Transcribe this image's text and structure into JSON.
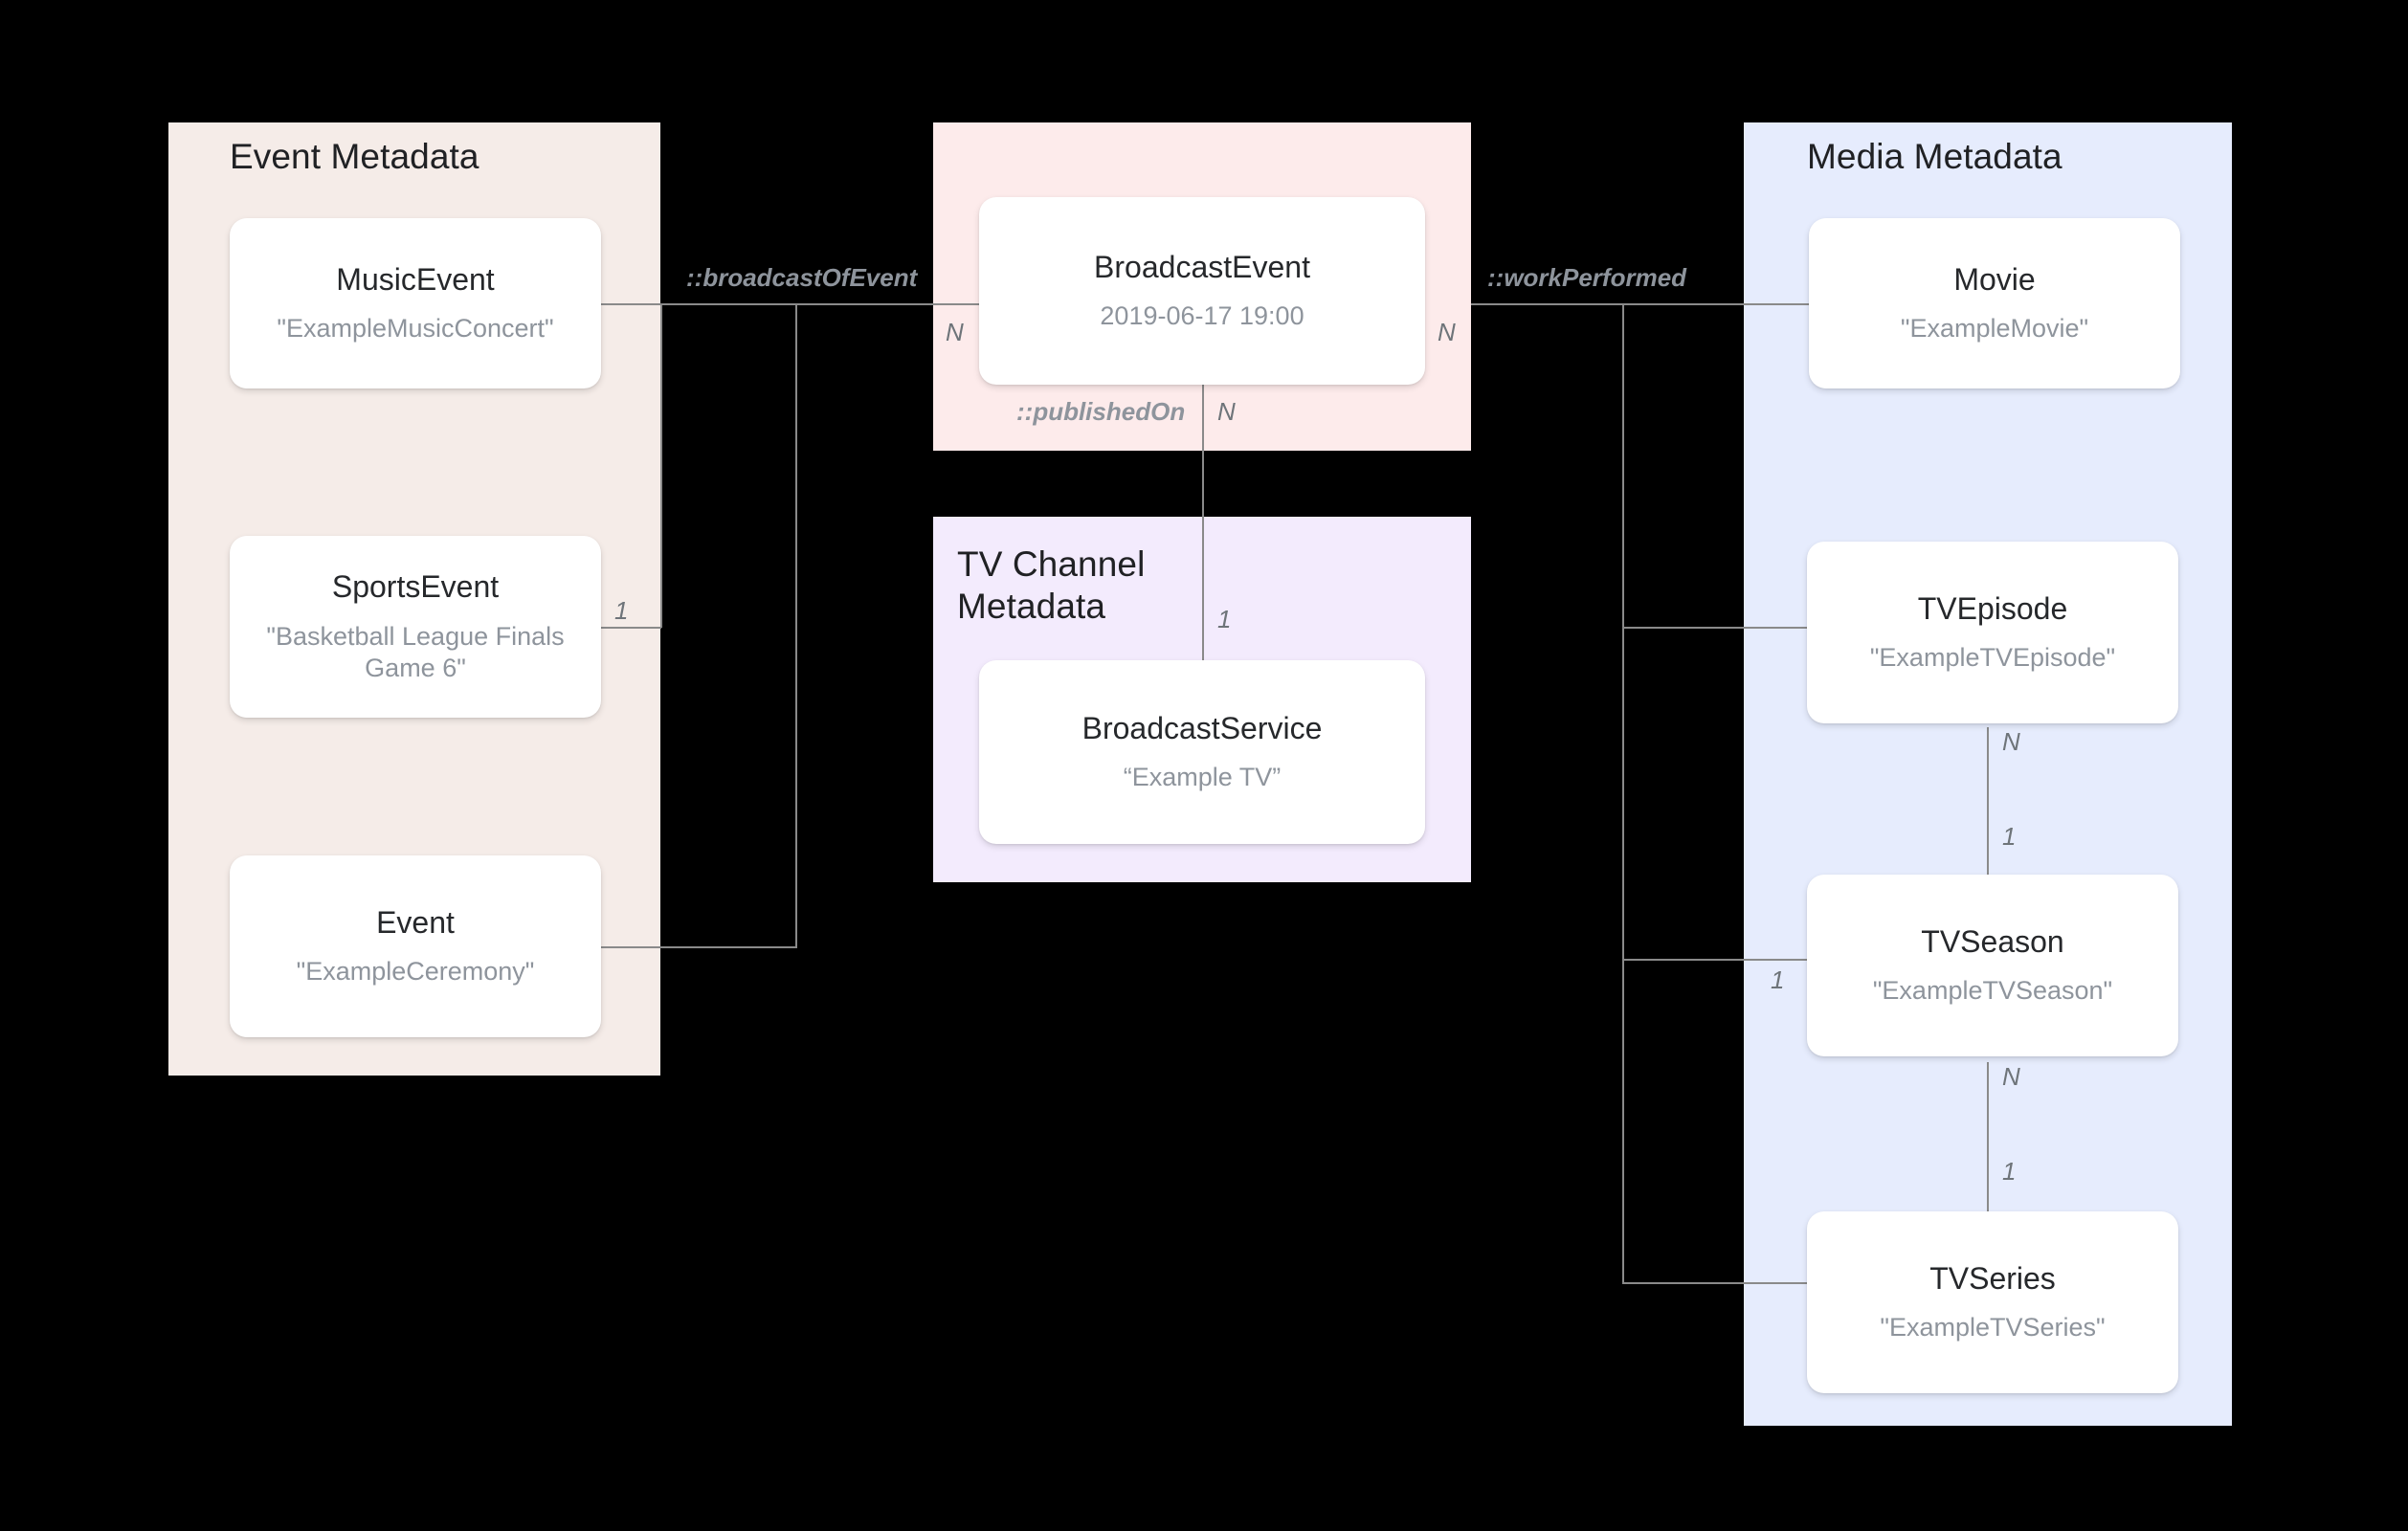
{
  "diagram": {
    "background": "#000000",
    "groups": [
      {
        "id": "event-metadata",
        "title": "Event Metadata",
        "color": "#f5ece8"
      },
      {
        "id": "broadcast-event-group",
        "title": "",
        "color": "#fdebeb"
      },
      {
        "id": "tv-channel-metadata",
        "title": "TV Channel\nMetadata",
        "color": "#f3ebfd"
      },
      {
        "id": "media-metadata",
        "title": "Media Metadata",
        "color": "#e6ecfd"
      }
    ],
    "nodes": [
      {
        "id": "music-event",
        "title": "MusicEvent",
        "value": "\"ExampleMusicConcert\""
      },
      {
        "id": "sports-event",
        "title": "SportsEvent",
        "value": "\"Basketball League Finals Game 6\""
      },
      {
        "id": "event",
        "title": "Event",
        "value": "\"ExampleCeremony\""
      },
      {
        "id": "broadcast-event",
        "title": "BroadcastEvent",
        "value": "2019-06-17 19:00"
      },
      {
        "id": "broadcast-service",
        "title": "BroadcastService",
        "value": "“Example TV”"
      },
      {
        "id": "movie",
        "title": "Movie",
        "value": "\"ExampleMovie\""
      },
      {
        "id": "tv-episode",
        "title": "TVEpisode",
        "value": "\"ExampleTVEpisode\""
      },
      {
        "id": "tv-season",
        "title": "TVSeason",
        "value": "\"ExampleTVSeason\""
      },
      {
        "id": "tv-series",
        "title": "TVSeries",
        "value": "\"ExampleTVSeries\""
      }
    ],
    "relations": [
      {
        "id": "broadcast-of-event",
        "label": "::broadcastOfEvent"
      },
      {
        "id": "published-on",
        "label": "::publishedOn"
      },
      {
        "id": "work-performed",
        "label": "::workPerformed"
      }
    ],
    "cardinalities": {
      "sports_event_right": "1",
      "broadcast_event_left": "N",
      "broadcast_event_right": "N",
      "published_on_n": "N",
      "broadcast_service_top": "1",
      "tv_episode_bottom": "N",
      "tv_season_top": "1",
      "tv_season_left": "1",
      "tv_season_bottom": "N",
      "tv_series_top": "1"
    }
  }
}
